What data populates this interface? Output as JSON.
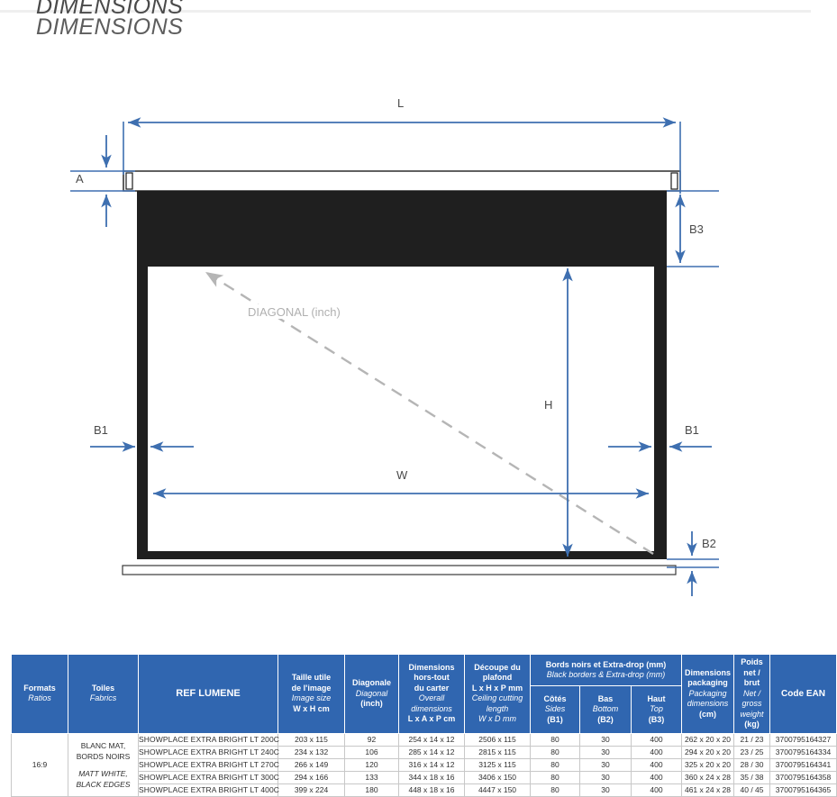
{
  "title": {
    "fr": "DIMENSIONS",
    "en": "DIMENSIONS"
  },
  "drawing": {
    "labels": {
      "L": "L",
      "A": "A",
      "H": "H",
      "W": "W",
      "B1_left": "B1",
      "B1_right": "B1",
      "B2": "B2",
      "B3": "B3",
      "diagonal": "DIAGONAL (inch)"
    },
    "colors": {
      "dimension_line": "#3e6fb0",
      "screen_border": "#1c1c1c",
      "diagonal_arrow": "#b5b5b5",
      "casing_outline": "#1c1c1c"
    }
  },
  "table": {
    "header": [
      {
        "fr": "Formats",
        "en": "Ratios"
      },
      {
        "fr": "Toiles",
        "en": "Fabrics"
      },
      {
        "fr": "REF LUMENE",
        "en": ""
      },
      {
        "fr": "Taille utile\nde l'image",
        "en": "Image size",
        "fr2": "W x H cm"
      },
      {
        "fr": "Diagonale",
        "en": "Diagonal",
        "fr2": "(inch)"
      },
      {
        "fr": "Dimensions\nhors-tout\ndu carter",
        "en": "Overall\ndimensions",
        "fr2": "L x A x P cm"
      },
      {
        "fr": "Découpe du\nplafond",
        "fr_bold2": "L x H x P mm",
        "en": "Ceiling cutting\nlength",
        "fr2": "W x D mm"
      },
      {
        "group_fr": "Bords noirs et Extra-drop (mm)",
        "group_en": "Black borders & Extra-drop (mm)",
        "subs": [
          {
            "fr": "Côtés",
            "en": "Sides",
            "code": "(B1)"
          },
          {
            "fr": "Bas",
            "en": "Bottom",
            "code": "(B2)"
          },
          {
            "fr": "Haut",
            "en": "Top",
            "code": "(B3)"
          }
        ]
      },
      {
        "fr": "Dimensions\npackaging",
        "en": "Packaging\ndimensions",
        "fr2": "(cm)"
      },
      {
        "fr": "Poids\nnet / brut",
        "en": "Net /\ngross\nweight",
        "fr2": "(kg)"
      },
      {
        "fr": "Code EAN",
        "en": ""
      }
    ],
    "ratio": "16:9",
    "fabric_fr": "BLANC MAT,\nBORDS NOIRS",
    "fabric_en": "MATT WHITE,\nBLACK EDGES",
    "rows": [
      {
        "ref": "SHOWPLACE EXTRA BRIGHT LT 200C",
        "image_size": "203 x 115",
        "diagonal": "92",
        "overall": "254 x 14 x 12",
        "ceiling": "2506 x 115",
        "b1": "80",
        "b2": "30",
        "b3": "400",
        "packaging": "262 x 20 x 20",
        "weight": "21 / 23",
        "ean": "3700795164327"
      },
      {
        "ref": "SHOWPLACE EXTRA BRIGHT LT 240C",
        "image_size": "234 x 132",
        "diagonal": "106",
        "overall": "285 x 14 x 12",
        "ceiling": "2815 x 115",
        "b1": "80",
        "b2": "30",
        "b3": "400",
        "packaging": "294 x 20 x 20",
        "weight": "23 / 25",
        "ean": "3700795164334"
      },
      {
        "ref": "SHOWPLACE EXTRA BRIGHT LT 270C",
        "image_size": "266 x 149",
        "diagonal": "120",
        "overall": "316 x 14 x 12",
        "ceiling": "3125 x 115",
        "b1": "80",
        "b2": "30",
        "b3": "400",
        "packaging": "325 x 20 x 20",
        "weight": "28 / 30",
        "ean": "3700795164341"
      },
      {
        "ref": "SHOWPLACE EXTRA BRIGHT LT 300C",
        "image_size": "294 x 166",
        "diagonal": "133",
        "overall": "344 x 18 x 16",
        "ceiling": "3406 x 150",
        "b1": "80",
        "b2": "30",
        "b3": "400",
        "packaging": "360 x 24 x 28",
        "weight": "35 / 38",
        "ean": "3700795164358"
      },
      {
        "ref": "SHOWPLACE EXTRA BRIGHT LT 400C",
        "image_size": "399 x 224",
        "diagonal": "180",
        "overall": "448 x 18 x 16",
        "ceiling": "4447 x 150",
        "b1": "80",
        "b2": "30",
        "b3": "400",
        "packaging": "461 x 24 x 28",
        "weight": "40 / 45",
        "ean": "3700795164365"
      }
    ],
    "colors": {
      "header_bg": "#3066b0",
      "header_text": "#ffffff",
      "cell_border": "#c8c8c8"
    }
  }
}
